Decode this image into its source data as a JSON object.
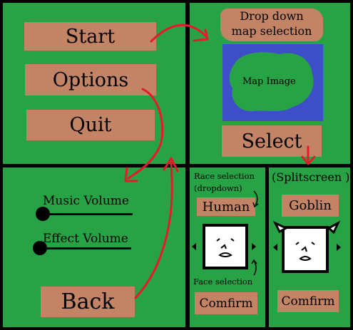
{
  "main_menu": {
    "start_label": "Start",
    "options_label": "Options",
    "quit_label": "Quit"
  },
  "map_select": {
    "dropdown_label": "Drop down\nmap selection",
    "map_image_label": "Map Image",
    "select_label": "Select"
  },
  "options_menu": {
    "music_volume_label": "Music Volume",
    "effect_volume_label": "Effect Volume",
    "back_label": "Back",
    "music_volume_level": 0,
    "effect_volume_level": 0
  },
  "race_select": {
    "note_race": "Race selection\n(dropdown)",
    "player1_race": "Human",
    "note_face": "Face selection",
    "player1_confirm": "Comfirm",
    "splitscreen_label": "(Splitscreen )",
    "player2_race": "Goblin",
    "player2_confirm": "Comfirm"
  },
  "colors": {
    "panel_green": "#27a345",
    "button_brown": "#c38466",
    "map_water": "#3d4ec8",
    "flow_arrow_red": "#e8192c"
  }
}
